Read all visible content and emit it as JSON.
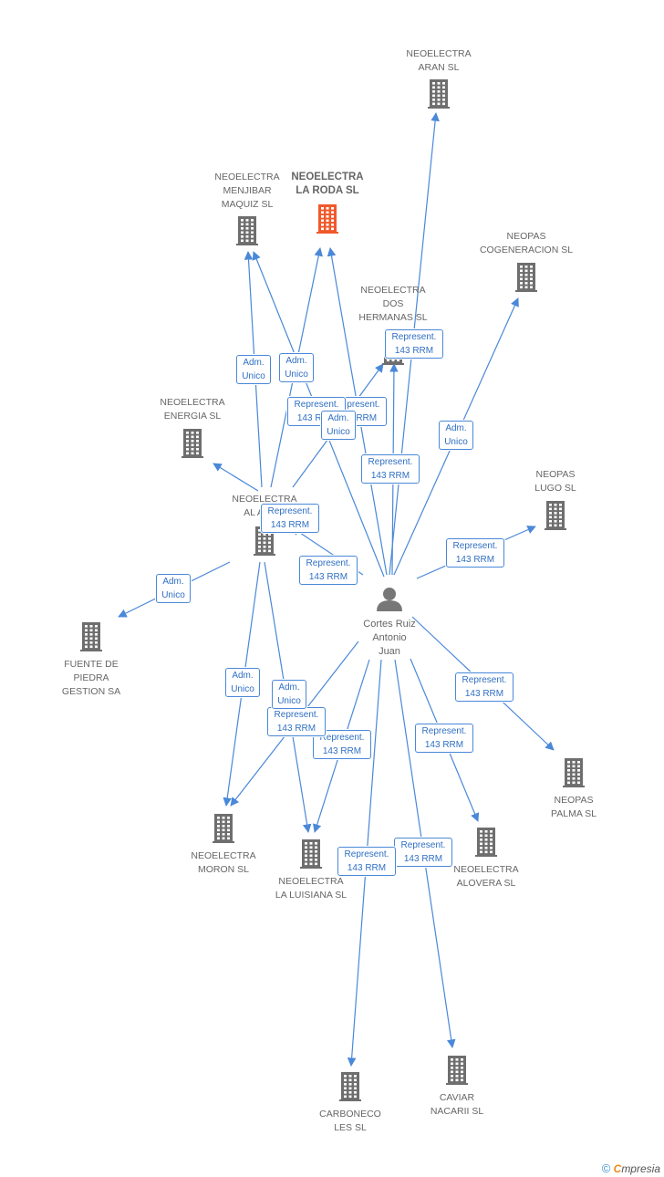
{
  "nodes": [
    {
      "id": "aran",
      "label": "NEOELECTRA\nARAN SL",
      "kind": "company"
    },
    {
      "id": "menjibar",
      "label": "NEOELECTRA\nMENJIBAR\nMAQUIZ SL",
      "kind": "company"
    },
    {
      "id": "roda",
      "label": "NEOELECTRA\nLA RODA SL",
      "kind": "company",
      "highlight": true
    },
    {
      "id": "cogeneracion",
      "label": "NEOPAS\nCOGENERACION SL",
      "kind": "company"
    },
    {
      "id": "doshermanas",
      "label": "NEOELECTRA\nDOS\nHERMANAS SL",
      "kind": "company"
    },
    {
      "id": "energia",
      "label": "NEOELECTRA\nENERGIA  SL",
      "kind": "company"
    },
    {
      "id": "lugo",
      "label": "NEOPAS\nLUGO SL",
      "kind": "company"
    },
    {
      "id": "alandalus",
      "label": "NEOELECTRA\nAL AND...",
      "kind": "company"
    },
    {
      "id": "person",
      "label": "Cortes Ruiz\nAntonio\nJuan",
      "kind": "person"
    },
    {
      "id": "fuente",
      "label": "FUENTE DE\nPIEDRA\nGESTION SA",
      "kind": "company"
    },
    {
      "id": "palma",
      "label": "NEOPAS\nPALMA SL",
      "kind": "company"
    },
    {
      "id": "moron",
      "label": "NEOELECTRA\nMORON SL",
      "kind": "company"
    },
    {
      "id": "luisiana",
      "label": "NEOELECTRA\nLA LUISIANA SL",
      "kind": "company"
    },
    {
      "id": "alovera",
      "label": "NEOELECTRA\nALOVERA SL",
      "kind": "company"
    },
    {
      "id": "carboneco",
      "label": "CARBONECO\nLES SL",
      "kind": "company"
    },
    {
      "id": "caviar",
      "label": "CAVIAR\nNACARII SL",
      "kind": "company"
    }
  ],
  "edges": [
    {
      "from": "person",
      "to": "aran",
      "label": "Represent.\n143 RRM"
    },
    {
      "from": "person",
      "to": "cogeneracion",
      "label": "Adm.\nUnico"
    },
    {
      "from": "person",
      "to": "doshermanas",
      "label": "Represent.\n143 RRM"
    },
    {
      "from": "person",
      "to": "roda",
      "label": "Represent.\n143 RRM"
    },
    {
      "from": "person",
      "to": "menjibar",
      "label": "Represent.\n143 RRM"
    },
    {
      "from": "person",
      "to": "lugo",
      "label": "Represent.\n143 RRM"
    },
    {
      "from": "person",
      "to": "palma",
      "label": "Represent.\n143 RRM"
    },
    {
      "from": "person",
      "to": "alovera",
      "label": "Represent.\n143 RRM"
    },
    {
      "from": "person",
      "to": "caviar",
      "label": "Represent.\n143 RRM"
    },
    {
      "from": "person",
      "to": "carboneco",
      "label": "Represent.\n143 RRM"
    },
    {
      "from": "person",
      "to": "luisiana",
      "label": "Represent.\n143 RRM"
    },
    {
      "from": "person",
      "to": "moron",
      "label": "Represent.\n143 RRM"
    },
    {
      "from": "alandalus",
      "to": "menjibar",
      "label": "Adm.\nUnico"
    },
    {
      "from": "alandalus",
      "to": "roda",
      "label": "Adm.\nUnico"
    },
    {
      "from": "alandalus",
      "to": "doshermanas",
      "label": "Adm.\nUnico"
    },
    {
      "from": "alandalus",
      "to": "energia",
      "label": "Represent.\n143 RRM"
    },
    {
      "from": "alandalus",
      "to": "fuente",
      "label": "Adm.\nUnico"
    },
    {
      "from": "alandalus",
      "to": "moron",
      "label": "Adm.\nUnico"
    },
    {
      "from": "alandalus",
      "to": "luisiana",
      "label": "Adm.\nUnico"
    },
    {
      "from": "person",
      "to": "alandalus",
      "label": "Represent.\n143 RRM"
    }
  ],
  "colors": {
    "edge": "#4a88d8",
    "edge_label": "#2f6fc4",
    "company_icon": "#6e6e6e",
    "highlight_icon": "#f0592b",
    "node_text": "#666666"
  },
  "brand": {
    "copyright": "©",
    "initial": "C",
    "rest": "mpresia"
  }
}
